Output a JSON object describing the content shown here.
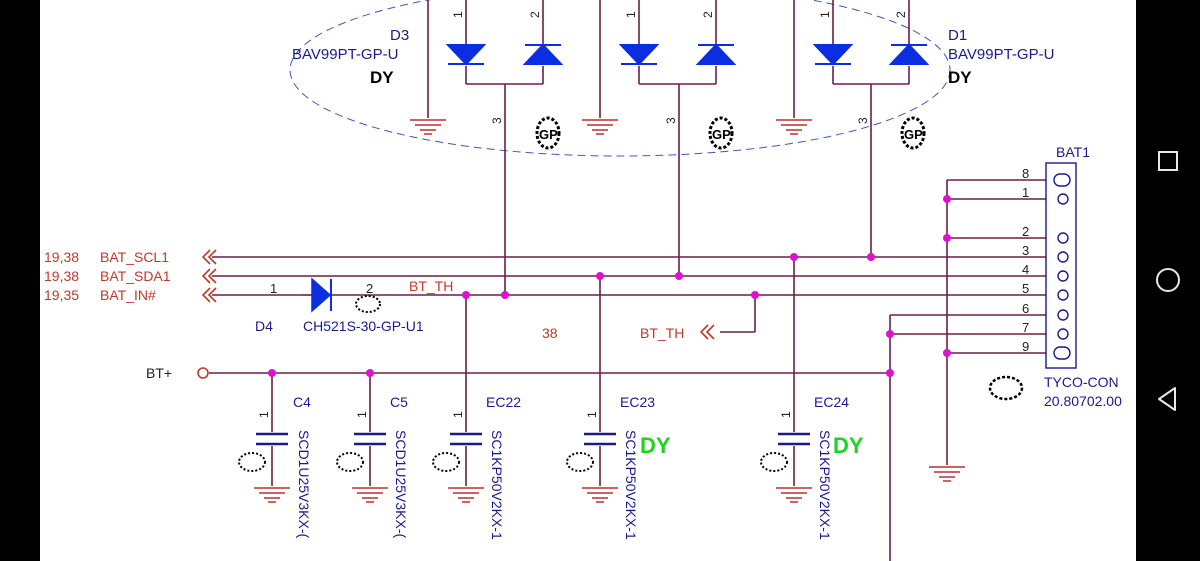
{
  "colors": {
    "wire": "#6b1e4a",
    "net_label": "#c0392b",
    "component": "#1a1a8c",
    "diode": "#0a2ee0",
    "junction": "#e010d0",
    "dy_green": "#1ed41e",
    "ground": "#b83030",
    "outline": "#3b5bb5"
  },
  "diodes_top": [
    {
      "ref": "D3",
      "part": "BAV99PT-GP-U",
      "mark": "DY"
    },
    {
      "ref": "D1",
      "part": "BAV99PT-GP-U",
      "mark": "DY"
    }
  ],
  "gp_marks": [
    "GP",
    "GP",
    "GP"
  ],
  "pin_labels": {
    "p1": "1",
    "p2": "2",
    "p3": "3"
  },
  "nets_left": [
    {
      "pages": "19,38",
      "name": "BAT_SCL1"
    },
    {
      "pages": "19,38",
      "name": "BAT_SDA1"
    },
    {
      "pages": "19,35",
      "name": "BAT_IN#"
    }
  ],
  "d4": {
    "ref": "D4",
    "part": "CH521S-30-GP-U1",
    "pin1": "1",
    "pin2": "2"
  },
  "bt_th": {
    "label": "BT_TH",
    "page": "38",
    "offpage": "BT_TH"
  },
  "bt_plus": "BT+",
  "connector": {
    "ref": "BAT1",
    "pins": [
      "8",
      "1",
      "2",
      "3",
      "4",
      "5",
      "6",
      "7",
      "9"
    ],
    "part": "TYCO-CON",
    "partno": "20.80702.00"
  },
  "caps": [
    {
      "ref": "C4",
      "part": "SCD1U25V3KX-(",
      "pin": "1",
      "dy": ""
    },
    {
      "ref": "C5",
      "part": "SCD1U25V3KX-(",
      "pin": "1",
      "dy": ""
    },
    {
      "ref": "EC22",
      "part": "SC1KP50V2KX-1",
      "pin": "1",
      "dy": ""
    },
    {
      "ref": "EC23",
      "part": "SC1KP50V2KX-1",
      "pin": "1",
      "dy": "DY"
    },
    {
      "ref": "EC24",
      "part": "SC1KP50V2KX-1",
      "pin": "1",
      "dy": "DY"
    }
  ],
  "nav": {
    "recent": "recent-apps-icon",
    "home": "home-icon",
    "back": "back-icon"
  }
}
